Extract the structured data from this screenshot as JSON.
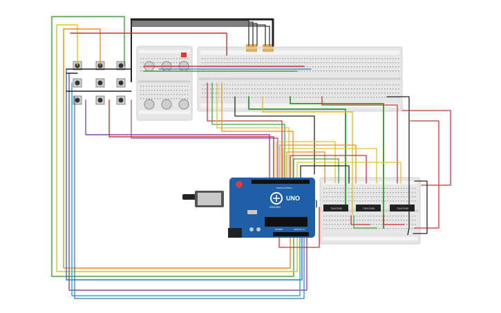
{
  "arduino": {
    "logo_text": "UNO",
    "brand_text": "ARDUINO",
    "digital_label": "DIGITAL (PWM~)",
    "analog_label": "ANALOG IN",
    "power_label": "POWER"
  },
  "chips": [
    {
      "label": "74HC595"
    },
    {
      "label": "74HC595"
    },
    {
      "label": "74HC595"
    }
  ],
  "colors": {
    "red": "#d32f2f",
    "black": "#222222",
    "green": "#3aa63a",
    "yellow": "#e6c21a",
    "orange": "#f08a1c",
    "blue": "#2f6fd6",
    "purple": "#8e44ad",
    "cyan": "#23a9c9",
    "board": "#1f5fa8",
    "breadboard": "#e6e6e6"
  }
}
